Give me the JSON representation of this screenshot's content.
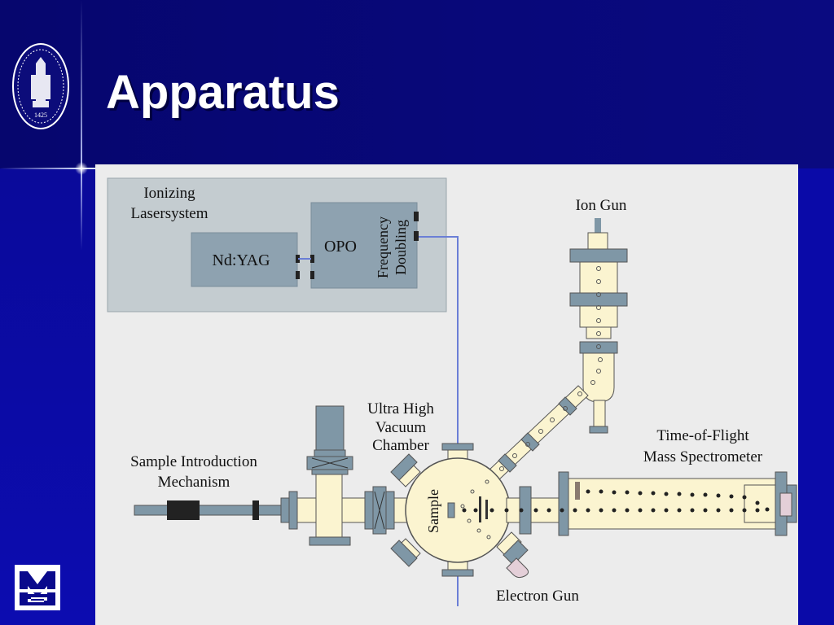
{
  "slide": {
    "title": "Apparatus"
  },
  "labels": {
    "ionizing_line1": "Ionizing",
    "ionizing_line2": "Lasersystem",
    "ndyag": "Nd:YAG",
    "opo": "OPO",
    "freq_line1": "Frequency",
    "freq_line2": "Doubling",
    "ion_gun": "Ion Gun",
    "uhv_line1": "Ultra High",
    "uhv_line2": "Vacuum",
    "uhv_line3": "Chamber",
    "tof_line1": "Time-of-Flight",
    "tof_line2": "Mass Spectrometer",
    "sample_intro_line1": "Sample Introduction",
    "sample_intro_line2": "Mechanism",
    "sample": "Sample",
    "electron_gun": "Electron Gun"
  },
  "seal_year": "1425",
  "colors": {
    "background": "#0a0a8c",
    "panel": "#ececec",
    "laser_box": "#c4ccd0",
    "laser_unit": "#8ea2b0",
    "chamber_fill": "#fbf4d0",
    "flange": "#7f97a6",
    "beam": "#6b7fd6"
  }
}
